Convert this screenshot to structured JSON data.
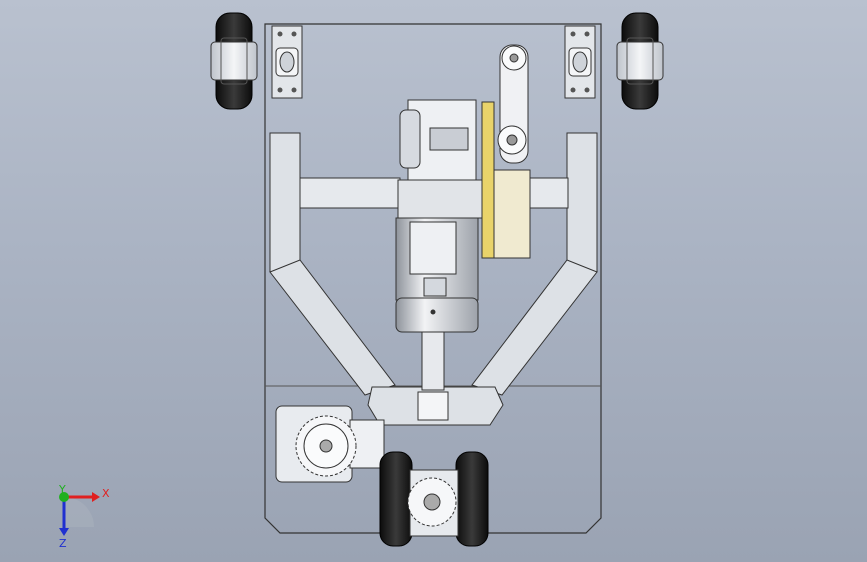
{
  "viewport": {
    "background_top": "#b9c1cf",
    "background_bottom": "#9aa3b3"
  },
  "model": {
    "name": "",
    "parts": [
      "chassis-plate",
      "rear-wheel-left",
      "rear-wheel-right",
      "mounting-bracket-left",
      "mounting-bracket-right",
      "v-frame",
      "cross-bar",
      "drive-motor",
      "gearbox",
      "timing-belt-assembly",
      "sprocket-gear",
      "angle-gear-housing",
      "front-wheel-pair",
      "front-sprocket"
    ],
    "colors": {
      "edge": "#2b2b2b",
      "part_fill": "#d9dde3",
      "metal_light": "#eef0f3",
      "tire": "#161616",
      "belt_accent": "#e9d36a"
    }
  },
  "triad": {
    "x_label": "X",
    "y_label": "Y",
    "z_label": "Z",
    "x_color": "#e02020",
    "y_color": "#20b020",
    "z_color": "#2030d0"
  }
}
